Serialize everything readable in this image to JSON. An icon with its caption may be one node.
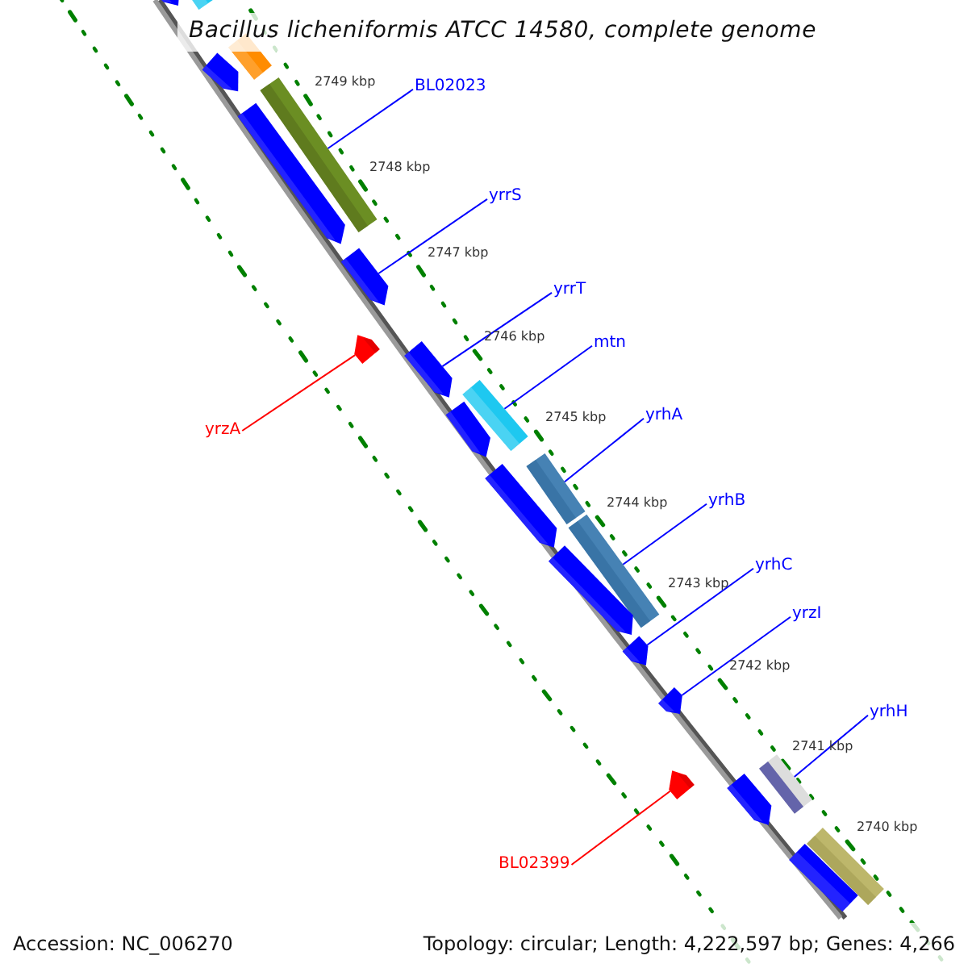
{
  "diagram": {
    "title": "Bacillus licheniformis ATCC 14580, complete genome",
    "nodes": [
      {
        "text": [
          "BL02023"
        ]
      },
      {
        "text": [
          "yrrS"
        ]
      },
      {
        "text": [
          "yrrT"
        ]
      },
      {
        "text": [
          "mtn"
        ]
      },
      {
        "text": [
          "yrhA"
        ]
      },
      {
        "text": [
          "yrzA"
        ]
      },
      {
        "text": [
          "yrhB"
        ]
      },
      {
        "text": [
          "yrhC"
        ]
      },
      {
        "text": [
          "yrzI"
        ]
      },
      {
        "text": [
          "yrhH"
        ]
      },
      {
        "text": [
          "BL02399"
        ]
      },
      {
        "text": [],
        "shape": "arrow"
      },
      {
        "text": [],
        "shape": "bar"
      },
      {
        "text": [],
        "shape": "bar"
      },
      {
        "text": [],
        "shape": "arrow"
      },
      {
        "text": [],
        "shape": "bar"
      },
      {
        "text": [],
        "shape": "arrow"
      },
      {
        "text": [],
        "shape": "arrow"
      },
      {
        "text": [],
        "shape": "arrow"
      },
      {
        "text": [],
        "shape": "arrow"
      },
      {
        "text": [],
        "shape": "bar"
      },
      {
        "text": [],
        "shape": "arrow"
      },
      {
        "text": [],
        "shape": "bar"
      },
      {
        "text": [],
        "shape": "arrow"
      },
      {
        "text": [],
        "shape": "bar"
      },
      {
        "text": [],
        "shape": "arrow"
      },
      {
        "text": [],
        "shape": "arrow"
      },
      {
        "text": [],
        "shape": "arrow"
      },
      {
        "text": [],
        "shape": "bar"
      },
      {
        "text": [],
        "shape": "arrow"
      },
      {
        "text": [],
        "shape": "arrow"
      },
      {
        "text": [],
        "shape": "bar"
      },
      {
        "text": [],
        "shape": "bar"
      }
    ],
    "edges": [
      {
        "from": 0,
        "to": 15,
        "arrow": "none"
      },
      {
        "from": 1,
        "to": 17,
        "arrow": "none"
      },
      {
        "from": 2,
        "to": 19,
        "arrow": "none"
      },
      {
        "from": 3,
        "to": 20,
        "arrow": "none"
      },
      {
        "from": 4,
        "to": 22,
        "arrow": "none"
      },
      {
        "from": 5,
        "to": 18,
        "arrow": "none",
        "color": "#ff0000"
      },
      {
        "from": 6,
        "to": 24,
        "arrow": "none"
      },
      {
        "from": 7,
        "to": 26,
        "arrow": "none"
      },
      {
        "from": 8,
        "to": 27,
        "arrow": "none"
      },
      {
        "from": 9,
        "to": 28,
        "arrow": "none"
      },
      {
        "from": 10,
        "to": 29,
        "arrow": "none",
        "color": "#ff0000"
      }
    ],
    "labels": [
      "2749 kbp",
      "2748 kbp",
      "2747 kbp",
      "2746 kbp",
      "2745 kbp",
      "2744 kbp",
      "2743 kbp",
      "2742 kbp",
      "2741 kbp",
      "2740 kbp",
      "Accession: NC_006270",
      "Topology: circular; Length: 4,222,597 bp; Genes: 4,266"
    ]
  }
}
